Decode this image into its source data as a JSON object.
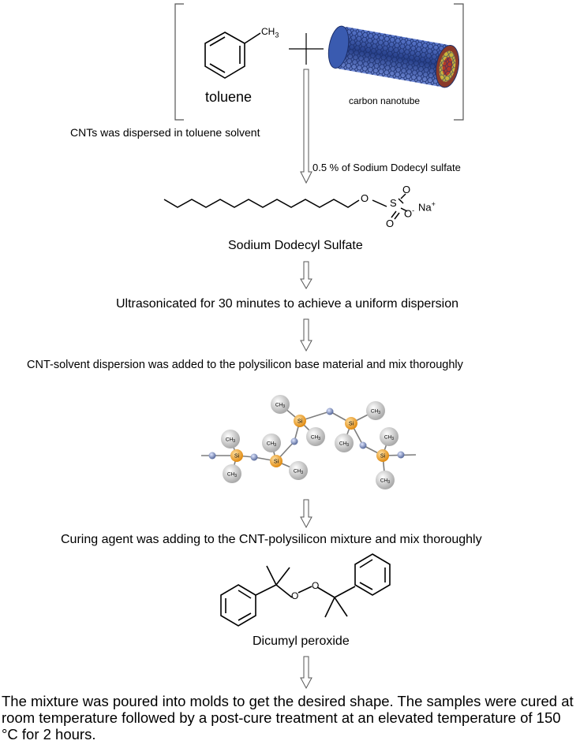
{
  "reactants": {
    "methyl_label": "CH",
    "methyl_subscript": "3",
    "toluene": "toluene",
    "nanotube": "carbon nanotube"
  },
  "steps": {
    "dispersed": "CNTs was dispersed in toluene solvent",
    "sds_amount": "0.5 % of Sodium Dodecyl sulfate",
    "sds_name": "Sodium Dodecyl Sulfate",
    "ultrasonicated": "Ultrasonicated for 30 minutes to achieve a uniform dispersion",
    "added": "CNT-solvent dispersion was added to the polysilicon base material and mix thoroughly",
    "curing": "Curing agent was adding to the CNT-polysilicon mixture and mix thoroughly",
    "dcp_name": "Dicumyl peroxide",
    "final": "The mixture was poured into molds to get the desired shape. The samples were cured at room temperature followed by a post-cure treatment at an elevated temperature of 150 °C for 2 hours."
  },
  "sds_atoms": {
    "oxygen": "O",
    "sulfur": "S",
    "oxyanion": "O",
    "charge_minus": "-",
    "sodium": "Na",
    "charge_plus": "+"
  },
  "silicone_atoms": {
    "silicon": "Si",
    "methyl": "CH",
    "methyl_subscript": "3"
  },
  "dcp_atoms": {
    "oxygen": "O"
  },
  "colors": {
    "silicon_atom": "#f0a030",
    "oxygen_atom": "#6f7fae",
    "methyl_atom": "#cfcfcf",
    "nanotube_blue": "#2d4fa0",
    "nanotube_red": "#b33a2a",
    "nanotube_yellow": "#d8c040"
  }
}
